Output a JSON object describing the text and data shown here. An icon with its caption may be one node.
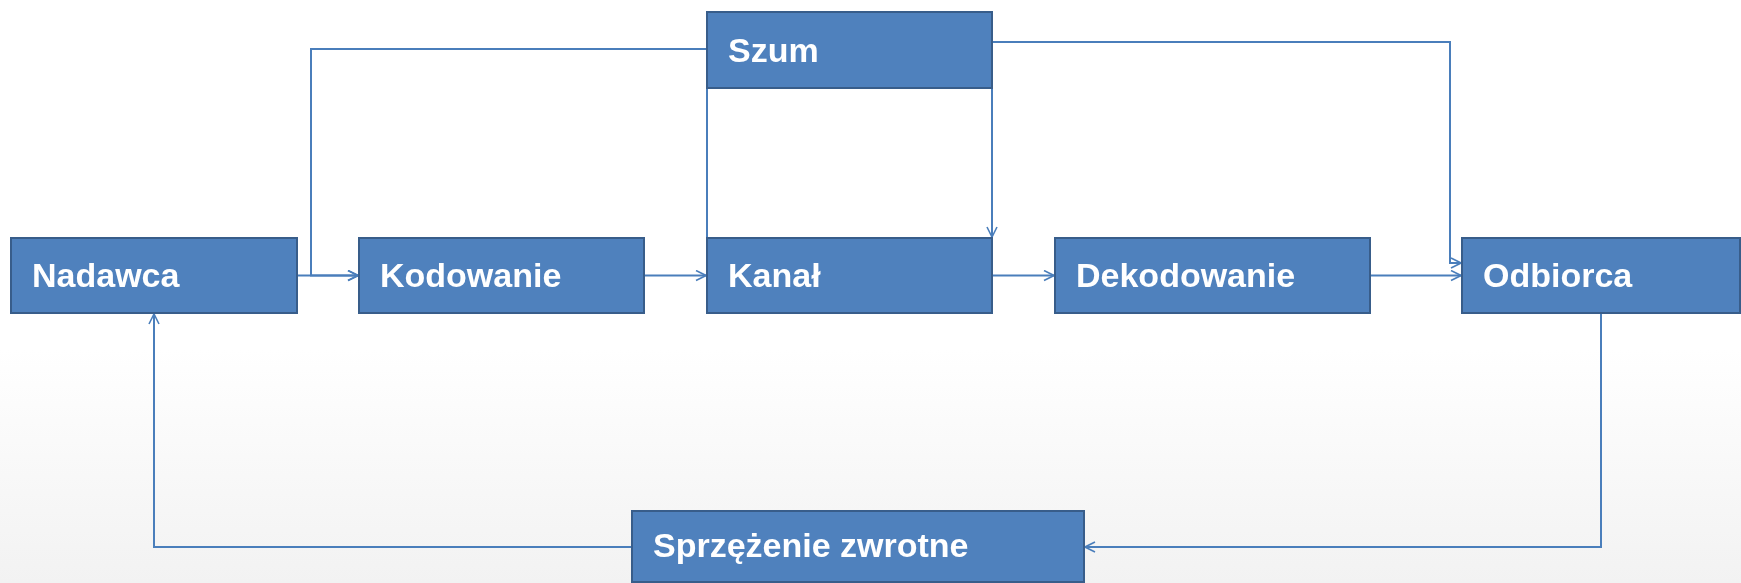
{
  "diagram": {
    "nodes": [
      {
        "text": [
          "Szum"
        ]
      },
      {
        "text": [
          "Nadawca"
        ]
      },
      {
        "text": [
          "Kodowanie"
        ]
      },
      {
        "text": [
          "Kanał"
        ]
      },
      {
        "text": [
          "Dekodowanie"
        ]
      },
      {
        "text": [
          "Odbiorca"
        ]
      },
      {
        "text": [
          "Sprzężenie zwrotne"
        ]
      }
    ],
    "edges": [
      {
        "from": 1,
        "to": 2,
        "arrow": "to"
      },
      {
        "from": 2,
        "to": 3,
        "arrow": "to"
      },
      {
        "from": 3,
        "to": 4,
        "arrow": "to"
      },
      {
        "from": 4,
        "to": 5,
        "arrow": "to"
      },
      {
        "from": 5,
        "to": 6,
        "arrow": "to"
      },
      {
        "from": 6,
        "to": 1,
        "arrow": "to"
      },
      {
        "from": 0,
        "to": 2,
        "arrow": "to"
      },
      {
        "from": 0,
        "to": 3,
        "arrow": "none"
      },
      {
        "from": 0,
        "to": 3,
        "arrow": "to"
      },
      {
        "from": 0,
        "to": 5,
        "arrow": "to"
      }
    ]
  }
}
